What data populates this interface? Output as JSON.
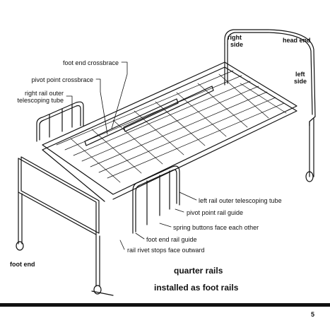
{
  "labels": {
    "foot_end_crossbrace": "foot end crossbrace",
    "pivot_point_crossbrace": "pivot point crossbrace",
    "right_rail_outer_line1": "right rail outer",
    "right_rail_outer_line2": "telescoping tube",
    "right_side_line1": "right",
    "right_side_line2": "side",
    "head_end": "head end",
    "left_side_line1": "left",
    "left_side_line2": "side",
    "left_rail_outer_telescoping_tube": "left rail outer telescoping tube",
    "pivot_point_rail_guide": "pivot point rail guide",
    "spring_buttons": "spring buttons face each other",
    "foot_end_rail_guide": "foot end rail guide",
    "rail_rivet_stops": "rail rivet stops face outward",
    "foot_end": "foot end"
  },
  "caption": {
    "line1": "quarter rails",
    "line2": "installed as foot rails"
  },
  "page_number": "5"
}
